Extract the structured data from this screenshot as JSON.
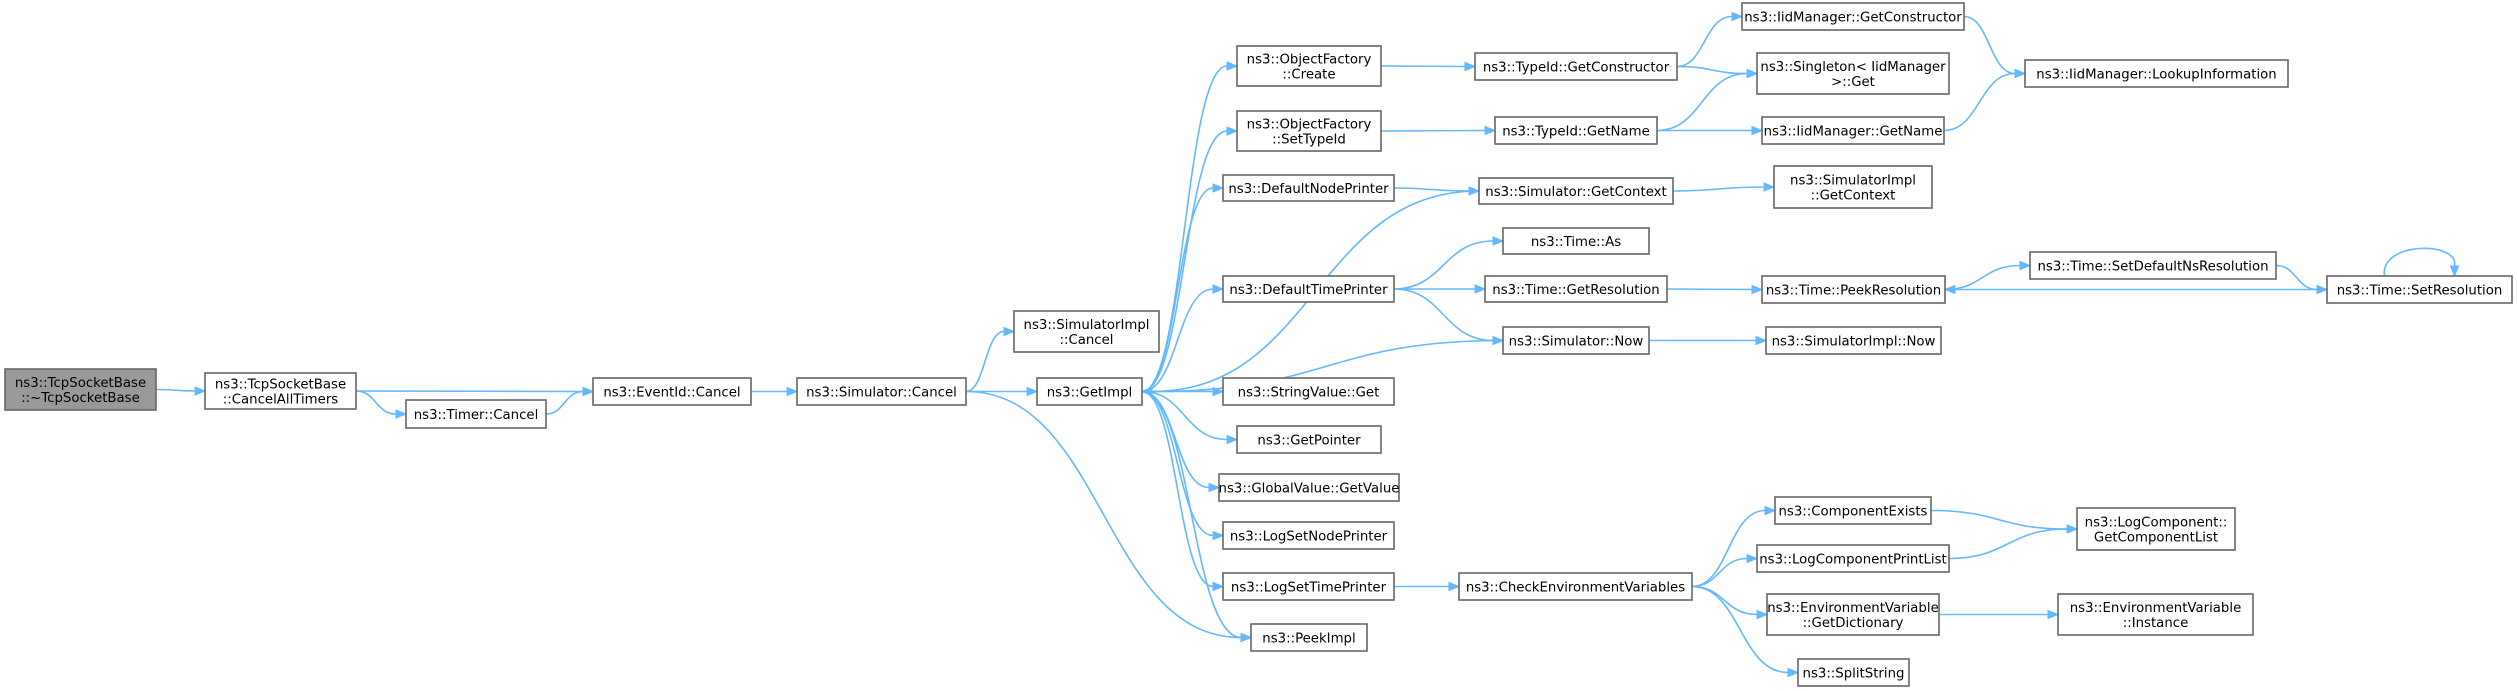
{
  "diagram": {
    "type": "call-graph",
    "colors": {
      "edge": "#63b8ff",
      "node_border": "#666666",
      "root_fill": "#999999",
      "node_fill": "#ffffff"
    },
    "nodes": [
      {
        "id": "root",
        "lines": [
          "ns3::TcpSocketBase",
          "::~TcpSocketBase"
        ],
        "root": true
      },
      {
        "id": "cancelAllTimers",
        "lines": [
          "ns3::TcpSocketBase",
          "::CancelAllTimers"
        ]
      },
      {
        "id": "timerCancel",
        "lines": [
          "ns3::Timer::Cancel"
        ]
      },
      {
        "id": "eventIdCancel",
        "lines": [
          "ns3::EventId::Cancel"
        ]
      },
      {
        "id": "simulatorCancel",
        "lines": [
          "ns3::Simulator::Cancel"
        ]
      },
      {
        "id": "simImplCancel",
        "lines": [
          "ns3::SimulatorImpl",
          "::Cancel"
        ]
      },
      {
        "id": "getImpl",
        "lines": [
          "ns3::GetImpl"
        ]
      },
      {
        "id": "ofCreate",
        "lines": [
          "ns3::ObjectFactory",
          "::Create"
        ]
      },
      {
        "id": "ofSetTypeId",
        "lines": [
          "ns3::ObjectFactory",
          "::SetTypeId"
        ]
      },
      {
        "id": "defaultNodePrinter",
        "lines": [
          "ns3::DefaultNodePrinter"
        ]
      },
      {
        "id": "defaultTimePrinter",
        "lines": [
          "ns3::DefaultTimePrinter"
        ]
      },
      {
        "id": "stringValueGet",
        "lines": [
          "ns3::StringValue::Get"
        ]
      },
      {
        "id": "getPointer",
        "lines": [
          "ns3::GetPointer"
        ]
      },
      {
        "id": "globalValueGetValue",
        "lines": [
          "ns3::GlobalValue::GetValue"
        ]
      },
      {
        "id": "logSetNodePrinter",
        "lines": [
          "ns3::LogSetNodePrinter"
        ]
      },
      {
        "id": "logSetTimePrinter",
        "lines": [
          "ns3::LogSetTimePrinter"
        ]
      },
      {
        "id": "peekImpl",
        "lines": [
          "ns3::PeekImpl"
        ]
      },
      {
        "id": "typeIdGetConstructor",
        "lines": [
          "ns3::TypeId::GetConstructor"
        ]
      },
      {
        "id": "typeIdGetName",
        "lines": [
          "ns3::TypeId::GetName"
        ]
      },
      {
        "id": "simulatorGetContext",
        "lines": [
          "ns3::Simulator::GetContext"
        ]
      },
      {
        "id": "timeAs",
        "lines": [
          "ns3::Time::As"
        ]
      },
      {
        "id": "timeGetResolution",
        "lines": [
          "ns3::Time::GetResolution"
        ]
      },
      {
        "id": "simulatorNow",
        "lines": [
          "ns3::Simulator::Now"
        ]
      },
      {
        "id": "checkEnvVars",
        "lines": [
          "ns3::CheckEnvironmentVariables"
        ]
      },
      {
        "id": "iidGetConstructor",
        "lines": [
          "ns3::IidManager::GetConstructor"
        ]
      },
      {
        "id": "singletonGet",
        "lines": [
          "ns3::Singleton< IidManager",
          " >::Get"
        ]
      },
      {
        "id": "iidGetName",
        "lines": [
          "ns3::IidManager::GetName"
        ]
      },
      {
        "id": "simImplGetContext",
        "lines": [
          "ns3::SimulatorImpl",
          "::GetContext"
        ]
      },
      {
        "id": "timePeekResolution",
        "lines": [
          "ns3::Time::PeekResolution"
        ]
      },
      {
        "id": "simImplNow",
        "lines": [
          "ns3::SimulatorImpl::Now"
        ]
      },
      {
        "id": "componentExists",
        "lines": [
          "ns3::ComponentExists"
        ]
      },
      {
        "id": "logComponentPrintList",
        "lines": [
          "ns3::LogComponentPrintList"
        ]
      },
      {
        "id": "envVarGetDictionary",
        "lines": [
          "ns3::EnvironmentVariable",
          "::GetDictionary"
        ]
      },
      {
        "id": "splitString",
        "lines": [
          "ns3::SplitString"
        ]
      },
      {
        "id": "iidLookupInformation",
        "lines": [
          "ns3::IidManager::LookupInformation"
        ]
      },
      {
        "id": "timeSetDefaultNsResolution",
        "lines": [
          "ns3::Time::SetDefaultNsResolution"
        ]
      },
      {
        "id": "timeSetResolution",
        "lines": [
          "ns3::Time::SetResolution"
        ]
      },
      {
        "id": "logComponentGetComponentList",
        "lines": [
          "ns3::LogComponent::",
          "GetComponentList"
        ]
      },
      {
        "id": "envVarInstance",
        "lines": [
          "ns3::EnvironmentVariable",
          "::Instance"
        ]
      }
    ],
    "edges": [
      [
        "root",
        "cancelAllTimers"
      ],
      [
        "cancelAllTimers",
        "eventIdCancel"
      ],
      [
        "cancelAllTimers",
        "timerCancel"
      ],
      [
        "timerCancel",
        "eventIdCancel"
      ],
      [
        "eventIdCancel",
        "simulatorCancel"
      ],
      [
        "simulatorCancel",
        "simImplCancel"
      ],
      [
        "simulatorCancel",
        "getImpl"
      ],
      [
        "simulatorCancel",
        "peekImpl"
      ],
      [
        "getImpl",
        "ofCreate"
      ],
      [
        "getImpl",
        "ofSetTypeId"
      ],
      [
        "getImpl",
        "defaultNodePrinter"
      ],
      [
        "getImpl",
        "defaultTimePrinter"
      ],
      [
        "getImpl",
        "stringValueGet"
      ],
      [
        "getImpl",
        "getPointer"
      ],
      [
        "getImpl",
        "globalValueGetValue"
      ],
      [
        "getImpl",
        "logSetNodePrinter"
      ],
      [
        "getImpl",
        "logSetTimePrinter"
      ],
      [
        "getImpl",
        "peekImpl"
      ],
      [
        "ofCreate",
        "typeIdGetConstructor"
      ],
      [
        "ofSetTypeId",
        "typeIdGetName"
      ],
      [
        "defaultNodePrinter",
        "simulatorGetContext"
      ],
      [
        "simulatorGetContext",
        "getImpl"
      ],
      [
        "defaultTimePrinter",
        "timeAs"
      ],
      [
        "defaultTimePrinter",
        "timeGetResolution"
      ],
      [
        "defaultTimePrinter",
        "simulatorNow"
      ],
      [
        "simulatorNow",
        "getImpl"
      ],
      [
        "typeIdGetConstructor",
        "iidGetConstructor"
      ],
      [
        "typeIdGetConstructor",
        "singletonGet"
      ],
      [
        "typeIdGetName",
        "singletonGet"
      ],
      [
        "typeIdGetName",
        "iidGetName"
      ],
      [
        "iidGetConstructor",
        "iidLookupInformation"
      ],
      [
        "iidGetName",
        "iidLookupInformation"
      ],
      [
        "simulatorGetContext",
        "simImplGetContext"
      ],
      [
        "timeGetResolution",
        "timePeekResolution"
      ],
      [
        "timePeekResolution",
        "timeSetDefaultNsResolution"
      ],
      [
        "timeSetDefaultNsResolution",
        "timeSetResolution"
      ],
      [
        "timeSetResolution",
        "timePeekResolution"
      ],
      [
        "timeSetResolution",
        "timeSetResolution"
      ],
      [
        "simulatorNow",
        "simImplNow"
      ],
      [
        "logSetTimePrinter",
        "checkEnvVars"
      ],
      [
        "checkEnvVars",
        "componentExists"
      ],
      [
        "checkEnvVars",
        "logComponentPrintList"
      ],
      [
        "checkEnvVars",
        "envVarGetDictionary"
      ],
      [
        "checkEnvVars",
        "splitString"
      ],
      [
        "componentExists",
        "logComponentGetComponentList"
      ],
      [
        "logComponentPrintList",
        "logComponentGetComponentList"
      ],
      [
        "envVarGetDictionary",
        "envVarInstance"
      ]
    ]
  }
}
